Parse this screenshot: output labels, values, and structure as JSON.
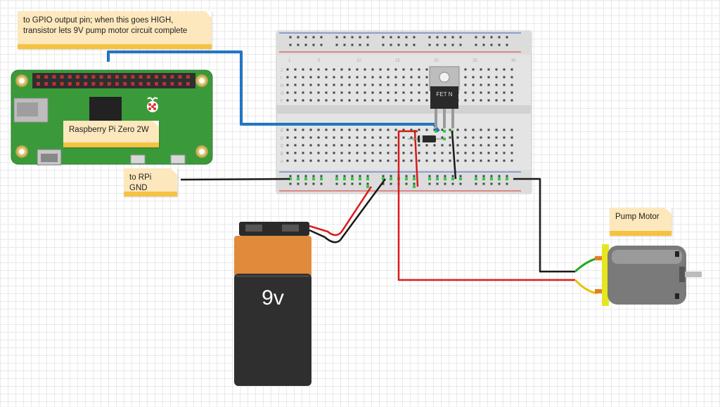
{
  "notes": {
    "gpio": {
      "line1": "to GPIO output pin; when this goes HIGH,",
      "line2": "transistor lets 9V pump motor circuit complete"
    },
    "rpi": "Raspberry Pi Zero 2W",
    "gnd": "to RPi GND",
    "pump": "Pump Motor"
  },
  "battery": {
    "label": "9v"
  },
  "transistor": {
    "label": "FET N"
  },
  "breadboard": {
    "col_numbers": [
      "1",
      "5",
      "10",
      "15",
      "20",
      "25",
      "30"
    ],
    "row_letters_top": [
      "J",
      "I",
      "H",
      "G",
      "F"
    ],
    "row_letters_bottom": [
      "E",
      "D",
      "C",
      "B",
      "A"
    ]
  },
  "colors": {
    "wire_blue": "#1f7fd0",
    "wire_red": "#d81b1b",
    "wire_black": "#1a1a1a",
    "wire_green": "#22aa22",
    "wire_yellow": "#e6c200",
    "board_green": "#3a9a3a",
    "battery_orange": "#e08a3c",
    "battery_body": "#2f2f2f",
    "note_bg": "#fde8bd",
    "note_bar": "#f5c242"
  }
}
